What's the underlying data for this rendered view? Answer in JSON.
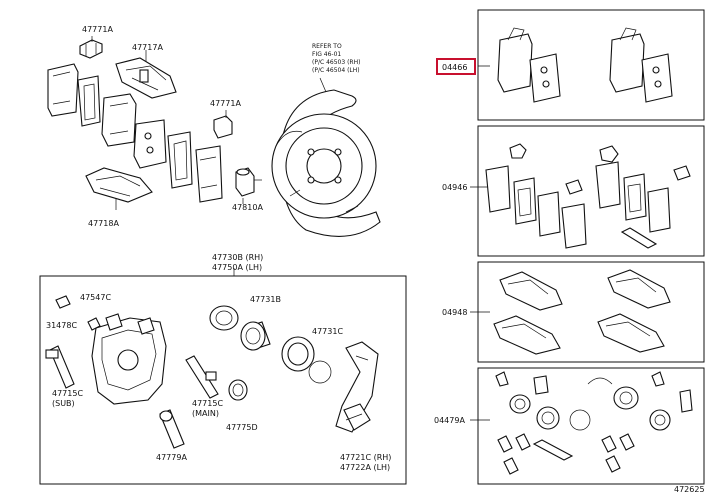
{
  "labels": {
    "p47771a_top": "47771A",
    "p47717a": "47717A",
    "p47771a_mid": "47771A",
    "p47810a": "47810A",
    "p47718a": "47718A",
    "refer_line1": "REFER TO",
    "refer_line2": "FIG 46-01",
    "refer_line3": "(P/C 46503 (RH)",
    "refer_line4": "(P/C 46504 (LH)",
    "p47730b": "47730B (RH)",
    "p47750a": "47750A (LH)",
    "p47547c": "47547C",
    "p31478c": "31478C",
    "p47715c_sub": "47715C",
    "sub": "(SUB)",
    "p47731b": "47731B",
    "p47731c": "47731C",
    "p47715c_main": "47715C",
    "main": "(MAIN)",
    "p47775d": "47775D",
    "p47779a": "47779A",
    "p47721c": "47721C (RH)",
    "p47722a": "47722A (LH)",
    "k04466": "04466",
    "k04946": "04946",
    "k04948": "04948",
    "k04479a": "04479A",
    "fig_no": "472625"
  },
  "colors": {
    "highlight": "#c8102e",
    "ink": "#111111"
  }
}
